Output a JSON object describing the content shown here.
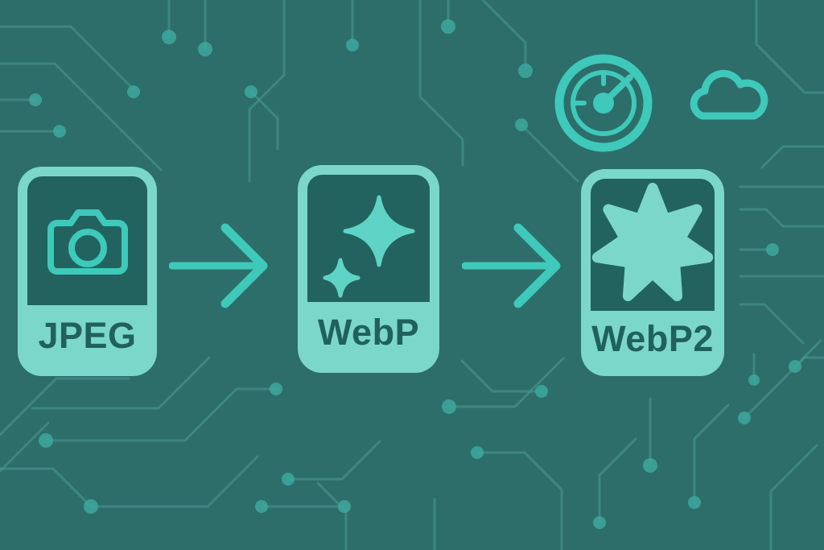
{
  "illustration": {
    "theme": {
      "background_color": "#2d6e6a",
      "circuit_trace_color": "#4f9d97",
      "accent_color": "#3ec9ba",
      "panel_color": "#7bd7ca",
      "panel_screen_color": "#226360",
      "label_text_color": "#20615e"
    },
    "flow": {
      "cards": [
        {
          "label": "JPEG",
          "icon": "camera-icon"
        },
        {
          "label": "WebP",
          "icon": "sparkles-icon"
        },
        {
          "label": "WebP2",
          "icon": "seven-point-star-icon"
        }
      ],
      "arrow_glyph": "→",
      "arrow_count": 2
    },
    "floating_icons": [
      {
        "name": "speedometer-icon"
      },
      {
        "name": "cloud-icon"
      }
    ]
  }
}
